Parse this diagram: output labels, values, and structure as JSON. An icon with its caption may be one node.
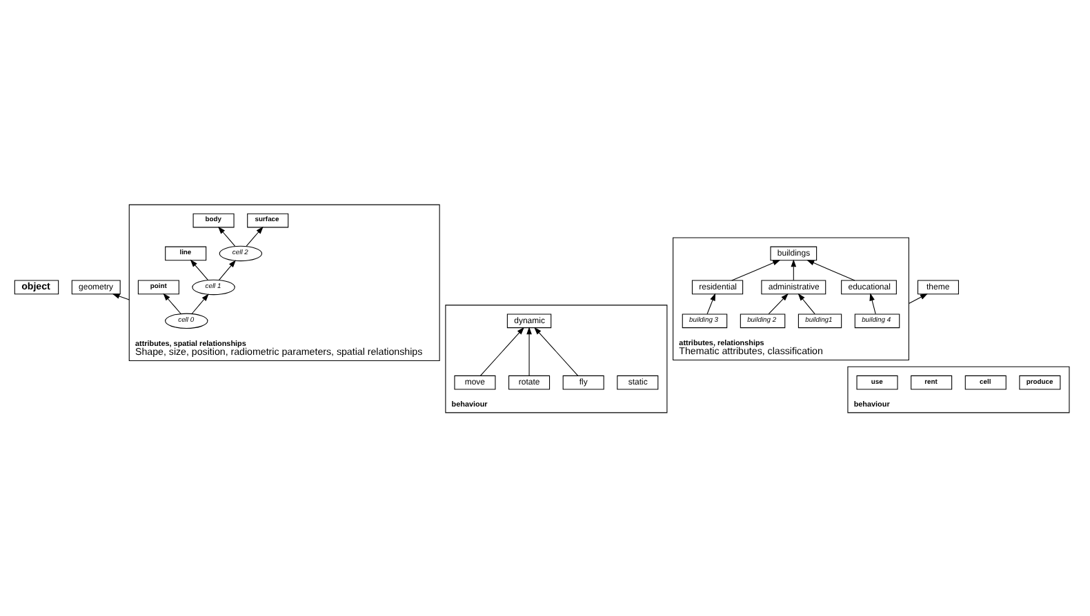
{
  "diagram": {
    "nodes": [
      {
        "text": [
          "object"
        ]
      },
      {
        "text": [
          "geometry"
        ]
      },
      {
        "text": [
          "theme"
        ]
      },
      {
        "text": [
          "attributes, spatial relationships",
          "Shape, size, position, radiometric parameters, spatial relationships"
        ]
      },
      {
        "text": [
          "body"
        ],
        "in": 3
      },
      {
        "text": [
          "surface"
        ],
        "in": 3
      },
      {
        "text": [
          "line"
        ],
        "in": 3
      },
      {
        "text": [
          "point"
        ],
        "in": 3
      },
      {
        "text": [
          "cell 2"
        ],
        "in": 3
      },
      {
        "text": [
          "cell 1"
        ],
        "in": 3
      },
      {
        "text": [
          "cell 0"
        ],
        "in": 3
      },
      {
        "text": [
          "attributes, relationships",
          "Thematic attributes, classification"
        ]
      },
      {
        "text": [
          "buildings"
        ],
        "in": 11
      },
      {
        "text": [
          "administrative"
        ],
        "in": 11
      },
      {
        "text": [
          "residential"
        ],
        "in": 11
      },
      {
        "text": [
          "educational"
        ],
        "in": 11
      },
      {
        "text": [
          "building1"
        ],
        "in": 11
      },
      {
        "text": [
          "building 2"
        ],
        "in": 11
      },
      {
        "text": [
          "building 3"
        ],
        "in": 11
      },
      {
        "text": [
          "building 4"
        ],
        "in": 11
      },
      {
        "text": [
          "behaviour"
        ]
      },
      {
        "text": [
          "static"
        ],
        "in": 20
      },
      {
        "text": [
          "dynamic"
        ],
        "in": 20
      },
      {
        "text": [
          "fly"
        ],
        "in": 20
      },
      {
        "text": [
          "rotate"
        ],
        "in": 20
      },
      {
        "text": [
          "move"
        ],
        "in": 20
      },
      {
        "text": [
          "behaviour"
        ]
      },
      {
        "text": [
          "produce"
        ],
        "in": 26
      },
      {
        "text": [
          "cell"
        ],
        "in": 26
      },
      {
        "text": [
          "rent"
        ],
        "in": 26
      },
      {
        "text": [
          "use"
        ],
        "in": 26
      }
    ],
    "edges": [
      {
        "from": 3,
        "to": 1,
        "arrow": "to"
      },
      {
        "from": 11,
        "to": 2,
        "arrow": "to"
      },
      {
        "from": 8,
        "to": 4,
        "arrow": "to"
      },
      {
        "from": 8,
        "to": 5,
        "arrow": "to"
      },
      {
        "from": 9,
        "to": 6,
        "arrow": "to"
      },
      {
        "from": 10,
        "to": 7,
        "arrow": "to"
      },
      {
        "from": 9,
        "to": 8,
        "arrow": "to"
      },
      {
        "from": 10,
        "to": 9,
        "arrow": "to"
      },
      {
        "from": 13,
        "to": 12,
        "arrow": "to"
      },
      {
        "from": 14,
        "to": 12,
        "arrow": "to"
      },
      {
        "from": 15,
        "to": 12,
        "arrow": "to"
      },
      {
        "from": 16,
        "to": 13,
        "arrow": "to"
      },
      {
        "from": 17,
        "to": 13,
        "arrow": "to"
      },
      {
        "from": 18,
        "to": 14,
        "arrow": "to"
      },
      {
        "from": 19,
        "to": 15,
        "arrow": "to"
      },
      {
        "from": 23,
        "to": 22,
        "arrow": "to"
      },
      {
        "from": 24,
        "to": 22,
        "arrow": "to"
      },
      {
        "from": 25,
        "to": 22,
        "arrow": "to"
      }
    ]
  }
}
